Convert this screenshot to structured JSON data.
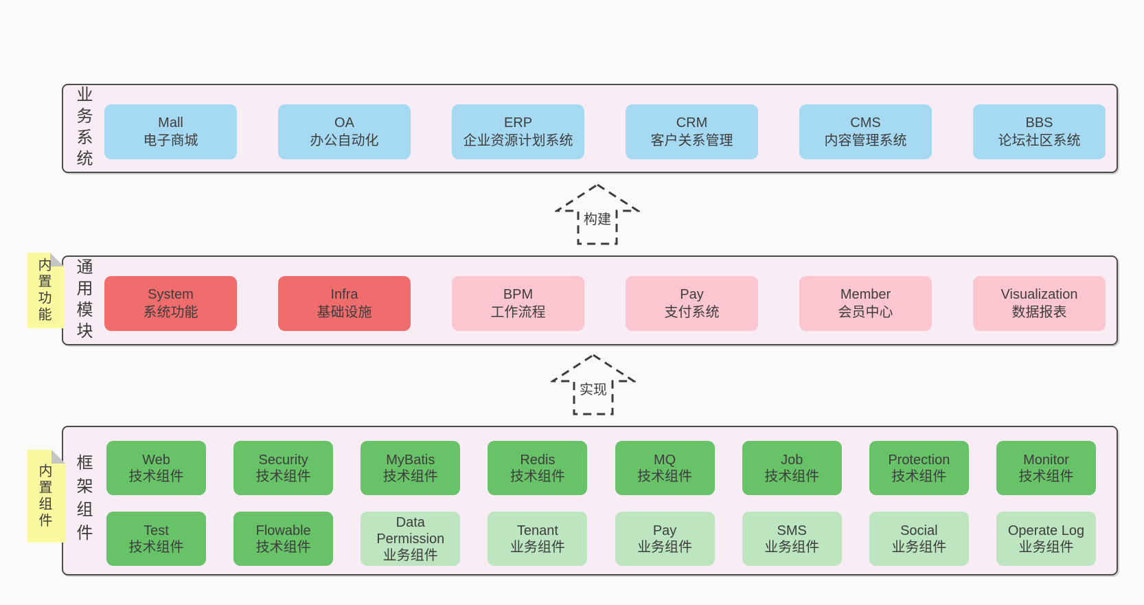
{
  "colors": {
    "page_bg": "#fafafa",
    "panel_bg": "#f8edf5",
    "panel_border": "#4a4a4a",
    "blue": "#a6daf2",
    "red": "#f16c6c",
    "pink": "#fbc6d0",
    "green": "#68c268",
    "green_light": "#bce5c0",
    "sticky": "#fbf9a0",
    "sticky_fold": "#c5c5c5",
    "arrow_stroke": "#3c3c3c",
    "text": "#3c3c3c"
  },
  "sections": {
    "business": {
      "side_label": "业务系统",
      "boxes": [
        {
          "title": "Mall",
          "subtitle": "电子商城",
          "variant": "blue"
        },
        {
          "title": "OA",
          "subtitle": "办公自动化",
          "variant": "blue"
        },
        {
          "title": "ERP",
          "subtitle": "企业资源计划系统",
          "variant": "blue"
        },
        {
          "title": "CRM",
          "subtitle": "客户关系管理",
          "variant": "blue"
        },
        {
          "title": "CMS",
          "subtitle": "内容管理系统",
          "variant": "blue"
        },
        {
          "title": "BBS",
          "subtitle": "论坛社区系统",
          "variant": "blue"
        }
      ]
    },
    "modules": {
      "side_label": "通用模块",
      "sticky_note": "内置功能",
      "boxes": [
        {
          "title": "System",
          "subtitle": "系统功能",
          "variant": "red"
        },
        {
          "title": "Infra",
          "subtitle": "基础设施",
          "variant": "red"
        },
        {
          "title": "BPM",
          "subtitle": "工作流程",
          "variant": "pink"
        },
        {
          "title": "Pay",
          "subtitle": "支付系统",
          "variant": "pink"
        },
        {
          "title": "Member",
          "subtitle": "会员中心",
          "variant": "pink"
        },
        {
          "title": "Visualization",
          "subtitle": "数据报表",
          "variant": "pink"
        }
      ]
    },
    "framework": {
      "side_label": "框架组件",
      "sticky_note": "内置组件",
      "rows": [
        [
          {
            "title": "Web",
            "subtitle": "技术组件",
            "variant": "green"
          },
          {
            "title": "Security",
            "subtitle": "技术组件",
            "variant": "green"
          },
          {
            "title": "MyBatis",
            "subtitle": "技术组件",
            "variant": "green"
          },
          {
            "title": "Redis",
            "subtitle": "技术组件",
            "variant": "green"
          },
          {
            "title": "MQ",
            "subtitle": "技术组件",
            "variant": "green"
          },
          {
            "title": "Job",
            "subtitle": "技术组件",
            "variant": "green"
          },
          {
            "title": "Protection",
            "subtitle": "技术组件",
            "variant": "green"
          },
          {
            "title": "Monitor",
            "subtitle": "技术组件",
            "variant": "green"
          }
        ],
        [
          {
            "title": "Test",
            "subtitle": "技术组件",
            "variant": "green"
          },
          {
            "title": "Flowable",
            "subtitle": "技术组件",
            "variant": "green"
          },
          {
            "title": "Data Permission",
            "subtitle": "业务组件",
            "variant": "green-light"
          },
          {
            "title": "Tenant",
            "subtitle": "业务组件",
            "variant": "green-light"
          },
          {
            "title": "Pay",
            "subtitle": "业务组件",
            "variant": "green-light"
          },
          {
            "title": "SMS",
            "subtitle": "业务组件",
            "variant": "green-light"
          },
          {
            "title": "Social",
            "subtitle": "业务组件",
            "variant": "green-light"
          },
          {
            "title": "Operate Log",
            "subtitle": "业务组件",
            "variant": "green-light"
          }
        ]
      ]
    }
  },
  "arrows": {
    "build": {
      "label": "构建"
    },
    "implement": {
      "label": "实现"
    }
  }
}
